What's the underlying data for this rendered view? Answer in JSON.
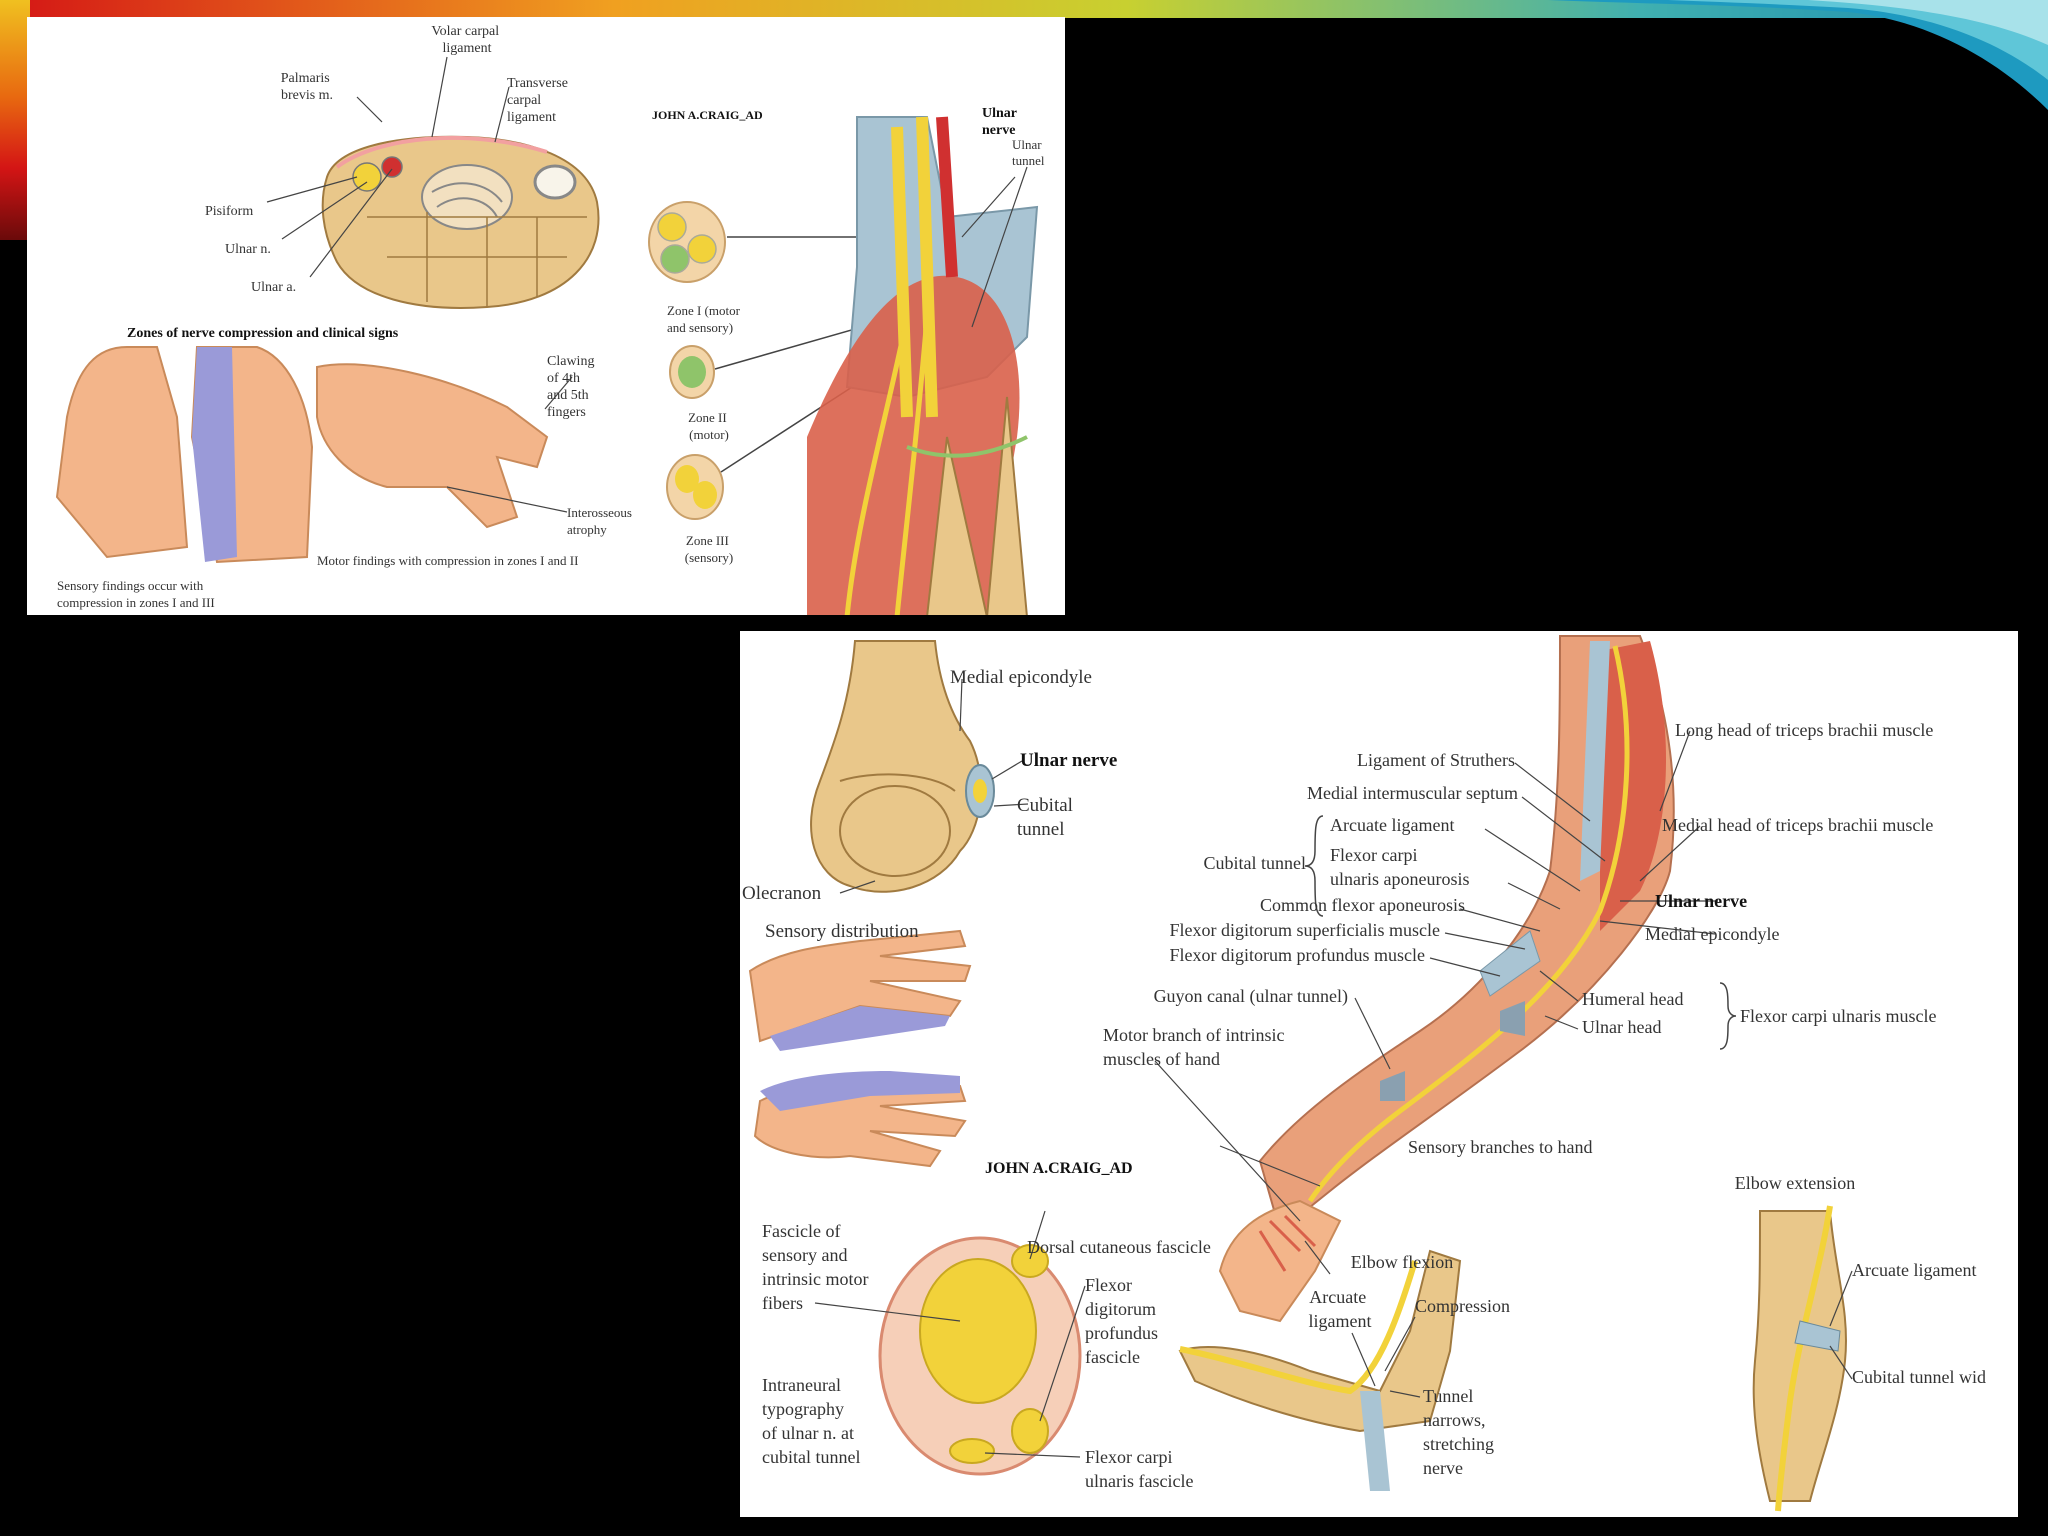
{
  "wrist_panel": {
    "labels": {
      "volar_carpal_ligament": [
        "Volar carpal",
        "ligament"
      ],
      "palmaris_brevis": [
        "Palmaris",
        "brevis m."
      ],
      "transverse_carpal_ligament": [
        "Transverse",
        "carpal",
        "ligament"
      ],
      "pisiform": "Pisiform",
      "ulnar_n": "Ulnar n.",
      "ulnar_a": "Ulnar a.",
      "zones_title": "Zones of nerve compression and clinical signs",
      "clawing": [
        "Clawing",
        "of 4th",
        "and 5th",
        "fingers"
      ],
      "interosseous_atrophy": [
        "Interosseous",
        "atrophy"
      ],
      "motor_findings": "Motor findings with compression in zones I and II",
      "sensory_findings": [
        "Sensory findings occur with",
        "compression in zones I and III"
      ],
      "zone1": [
        "Zone I (motor",
        "and sensory)"
      ],
      "zone2": [
        "Zone II",
        "(motor)"
      ],
      "zone3": [
        "Zone III",
        "(sensory)"
      ],
      "ulnar_nerve": [
        "Ulnar",
        "nerve"
      ],
      "ulnar_tunnel": [
        "Ulnar",
        "tunnel"
      ],
      "signature": "JOHN A.CRAIG_AD"
    }
  },
  "elbow_panel": {
    "labels": {
      "medial_epicondyle_top": "Medial epicondyle",
      "ulnar_nerve_top": "Ulnar nerve",
      "cubital_tunnel_top": [
        "Cubital",
        "tunnel"
      ],
      "olecranon": "Olecranon",
      "sensory_distribution": "Sensory distribution",
      "ligament_struthers": "Ligament of Struthers",
      "medial_intermuscular_septum": "Medial intermuscular septum",
      "cubital_tunnel": "Cubital tunnel",
      "arcuate_ligament": "Arcuate ligament",
      "fcu_aponeurosis": [
        "Flexor carpi",
        "ulnaris aponeurosis"
      ],
      "common_flexor_aponeurosis": "Common flexor aponeurosis",
      "fds_muscle": "Flexor digitorum superficialis muscle",
      "fdp_muscle": "Flexor digitorum profundus muscle",
      "guyon_canal": "Guyon canal (ulnar tunnel)",
      "motor_branch": [
        "Motor branch of intrinsic",
        "muscles of hand"
      ],
      "sensory_branches": "Sensory branches to hand",
      "long_head_triceps": "Long head of triceps brachii muscle",
      "medial_head_triceps": "Medial head of triceps brachii muscle",
      "ulnar_nerve": "Ulnar nerve",
      "medial_epicondyle": "Medial epicondyle",
      "humeral_head": "Humeral head",
      "ulnar_head": "Ulnar head",
      "fcu_muscle": "Flexor carpi ulnaris muscle",
      "signature": "JOHN A.CRAIG_AD",
      "fascicle_fibers": [
        "Fascicle of",
        "sensory and",
        "intrinsic motor",
        "fibers"
      ],
      "dorsal_cutaneous": "Dorsal cutaneous fascicle",
      "fdp_fascicle": [
        "Flexor",
        "digitorum",
        "profundus",
        "fascicle"
      ],
      "intraneural": [
        "Intraneural",
        "typography",
        "of ulnar n. at",
        "cubital tunnel"
      ],
      "fcu_fascicle": [
        "Flexor carpi",
        "ulnaris fascicle"
      ],
      "elbow_flexion": "Elbow flexion",
      "arcuate_ligament_flex": [
        "Arcuate",
        "ligament"
      ],
      "compression": "Compression",
      "tunnel_narrows": [
        "Tunnel",
        "narrows,",
        "stretching",
        "nerve"
      ],
      "elbow_extension": "Elbow extension",
      "arcuate_ligament_ext": "Arcuate ligament",
      "cubital_tunnel_wid": "Cubital tunnel wid"
    }
  },
  "colors": {
    "bone": "#e9c78a",
    "bone_dark": "#c99a55",
    "nerve": "#f2d23a",
    "muscle": "#d9604a",
    "ligament": "#a9c4d3",
    "skin": "#f3b58a",
    "sensory": "#9a9ad8"
  }
}
